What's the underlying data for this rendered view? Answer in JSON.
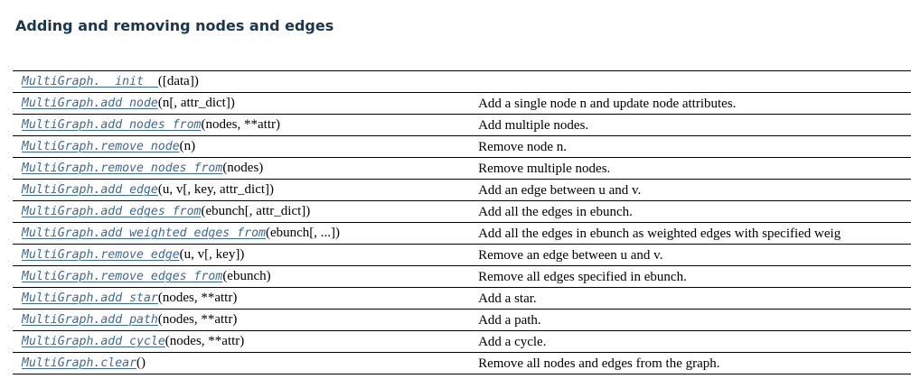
{
  "section": {
    "title": "Adding and removing nodes and edges"
  },
  "rows": [
    {
      "method": "MultiGraph.__init__",
      "args": "([data])",
      "description": ""
    },
    {
      "method": "MultiGraph.add_node",
      "args": "(n[, attr_dict])",
      "description": "Add a single node n and update node attributes."
    },
    {
      "method": "MultiGraph.add_nodes_from",
      "args": "(nodes, **attr)",
      "description": "Add multiple nodes."
    },
    {
      "method": "MultiGraph.remove_node",
      "args": "(n)",
      "description": "Remove node n."
    },
    {
      "method": "MultiGraph.remove_nodes_from",
      "args": "(nodes)",
      "description": "Remove multiple nodes."
    },
    {
      "method": "MultiGraph.add_edge",
      "args": "(u, v[, key, attr_dict])",
      "description": "Add an edge between u and v."
    },
    {
      "method": "MultiGraph.add_edges_from",
      "args": "(ebunch[, attr_dict])",
      "description": "Add all the edges in ebunch."
    },
    {
      "method": "MultiGraph.add_weighted_edges_from",
      "args": "(ebunch[, ...])",
      "description": "Add all the edges in ebunch as weighted edges with specified weig"
    },
    {
      "method": "MultiGraph.remove_edge",
      "args": "(u, v[, key])",
      "description": "Remove an edge between u and v."
    },
    {
      "method": "MultiGraph.remove_edges_from",
      "args": "(ebunch)",
      "description": "Remove all edges specified in ebunch."
    },
    {
      "method": "MultiGraph.add_star",
      "args": "(nodes, **attr)",
      "description": "Add a star."
    },
    {
      "method": "MultiGraph.add_path",
      "args": "(nodes, **attr)",
      "description": "Add a path."
    },
    {
      "method": "MultiGraph.add_cycle",
      "args": "(nodes, **attr)",
      "description": "Add a cycle."
    },
    {
      "method": "MultiGraph.clear",
      "args": "()",
      "description": "Remove all nodes and edges from the graph."
    }
  ]
}
